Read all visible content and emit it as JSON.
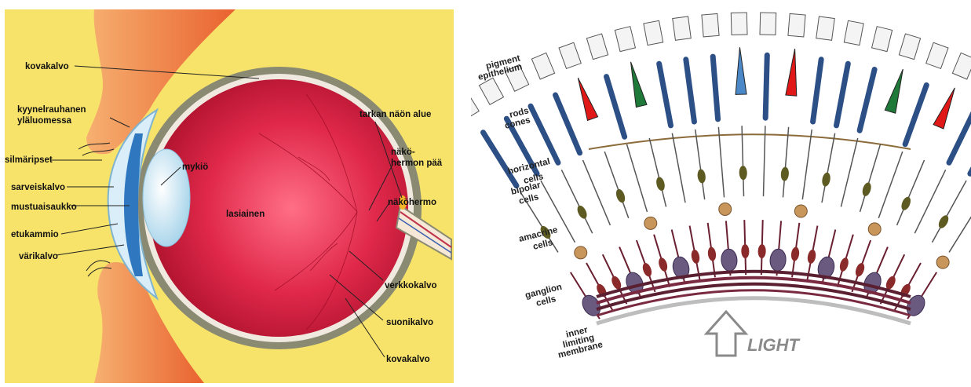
{
  "eye_diagram": {
    "labels": {
      "kovakalvo_top": "kovakalvo",
      "kyynel_line1": "kyynelrauhanen",
      "kyynel_line2": "yläluomessa",
      "silmaripset": "silmäripset",
      "sarveiskalvo": "sarveiskalvo",
      "mustuaisaukko": "mustuaisaukko",
      "etukammio": "etukammio",
      "varikalvo": "värikalvo",
      "mykio": "mykiö",
      "lasiainen": "lasiainen",
      "tarkan_naon_alue": "tarkan näön alue",
      "nakohermon_line1": "näkö-",
      "nakohermon_line2": "hermon pää",
      "nakohermo": "näköhermo",
      "verkkokalvo": "verkkokalvo",
      "suonikalvo": "suonikalvo",
      "kovakalvo_bottom": "kovakalvo"
    },
    "colors": {
      "background": "#f7e36a",
      "eyeball": "#d81e3f",
      "sclera": "#8a8a72",
      "lens": "#bfe3f2",
      "skin": "#ef7a3c"
    }
  },
  "retina_diagram": {
    "labels": {
      "pigment_line1": "pigment",
      "pigment_line2": "epithelium",
      "rods_line1": "rods",
      "rods_line2": "cones",
      "horizontal_line1": "horizontal",
      "horizontal_line2": "cells",
      "bipolar_line1": "bipolar",
      "bipolar_line2": "cells",
      "amacrine_line1": "amacrine",
      "amacrine_line2": "cells",
      "ganglion_line1": "ganglion",
      "ganglion_line2": "cells",
      "inner_line1": "inner",
      "inner_line2": "limiting",
      "inner_line3": "membrane",
      "light": "LIGHT"
    },
    "colors": {
      "rod": "#2c4f86",
      "cone_red": "#e01818",
      "cone_green": "#1f7a3a",
      "cone_blue": "#4a88c8",
      "bipolar": "#5d5a22",
      "ganglion": "#6a5a80",
      "amacrine": "#c8955a",
      "membrane": "#6b2a3a"
    }
  }
}
